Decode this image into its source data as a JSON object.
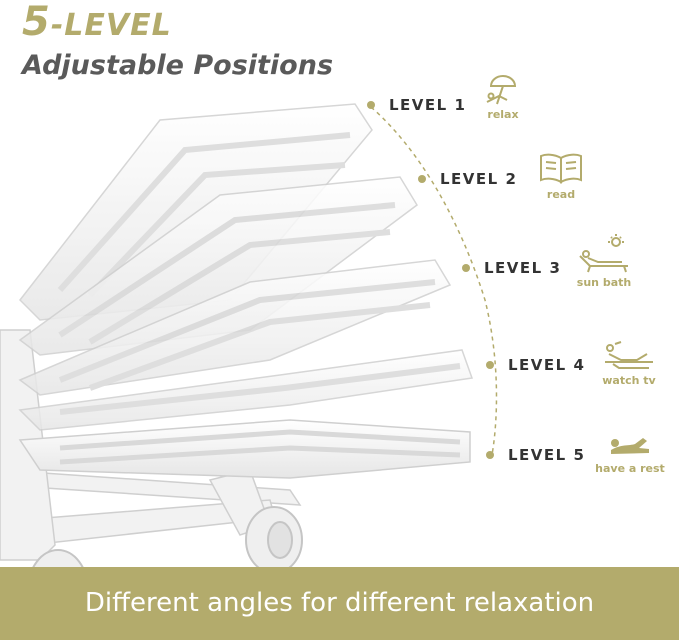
{
  "heading": {
    "number": "5",
    "dash_word": "-LEVEL",
    "subtitle": "Adjustable Positions"
  },
  "levels": [
    {
      "label": "LEVEL 1",
      "activity": "relax",
      "icon": "beach-umbrella-icon"
    },
    {
      "label": "LEVEL 2",
      "activity": "read",
      "icon": "book-icon"
    },
    {
      "label": "LEVEL 3",
      "activity": "sun bath",
      "icon": "sun-lounger-icon"
    },
    {
      "label": "LEVEL 4",
      "activity": "watch tv",
      "icon": "reclining-person-icon"
    },
    {
      "label": "LEVEL 5",
      "activity": "have a rest",
      "icon": "lying-person-icon"
    }
  ],
  "banner": {
    "text": "Different angles for different relaxation"
  },
  "colors": {
    "accent": "#b3ab6c",
    "heading_gray": "#5a5a5a",
    "chair_white": "#ffffff",
    "chair_shadow": "#d7d7d7"
  }
}
